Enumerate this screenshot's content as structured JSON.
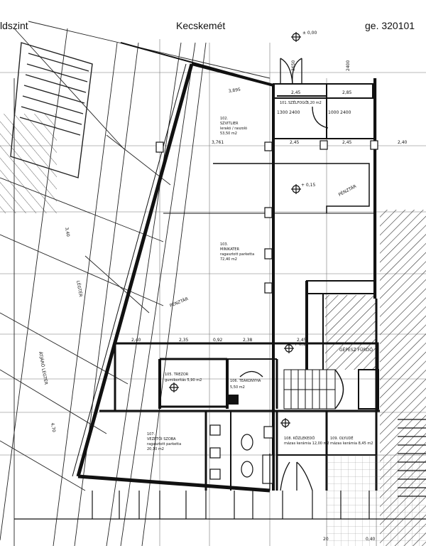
{
  "header": {
    "left": "ldszint",
    "city": "Kecskemét",
    "ref": "ge. 320101"
  },
  "elevations": {
    "entrance": "± 0,00",
    "showroom": "+ 0,15",
    "stair": "+ 0,15"
  },
  "rooms": {
    "r101": {
      "l1": "101.",
      "l2": "SZÉLFOGÓ",
      "l3": "5,20 m2"
    },
    "r102": {
      "l1": "102.",
      "l2": "SZVITLIER",
      "l3": "lerakó / raszoló",
      "l4": "53,50 m2"
    },
    "r103": {
      "l1": "103.",
      "l2": "MINIKATER",
      "l3": "ragasztott parketta",
      "l4": "72,40 m2"
    },
    "r105": {
      "l1": "105. TREZOR",
      "l2": "gumiborítás 5,90 m2"
    },
    "r106": {
      "l1": "106. TEAKONYHA",
      "l2": "5,50 m2"
    },
    "r107": {
      "l1": "107.",
      "l2": "VEZETŐI SZOBA",
      "l3": "ragasztott parketta",
      "l4": "20,10 m2"
    },
    "r108": {
      "l1": "108. KÖZLEKEDŐ",
      "l2": "mázas kerámia 12,00 m2"
    },
    "r109": {
      "l1": "109. OLYUDÉ",
      "l2": "mázas kerámia 8,45 m2"
    }
  },
  "labels": {
    "penztar1": "PÉNZTÁR",
    "penztar2": "PÉNZTÁR",
    "legter": "LÉGTÉR",
    "atjaro": "ÁTJÁRÓ LEGTÉR",
    "gepelo": "GÉPÉSZ FÜRDŐ"
  },
  "dimensions": {
    "d_top1": "2,45",
    "d_top2": "2,85",
    "d_top3": "3,895",
    "d_mid1": "3,761",
    "d_mid2": "2,45",
    "d_mid3": "2,45",
    "d_mid4": "2,40",
    "d_low1": "2,40",
    "d_low2": "2,35",
    "d_low3": "0,92",
    "d_low4": "2,38",
    "d_low5": "2,45",
    "door1": "1300 2400",
    "door2": "1000 2400",
    "h1": "3650",
    "h2": "2400",
    "h3": "3,40",
    "h4": "4,70",
    "b1": "0,40",
    "b2": "20"
  }
}
